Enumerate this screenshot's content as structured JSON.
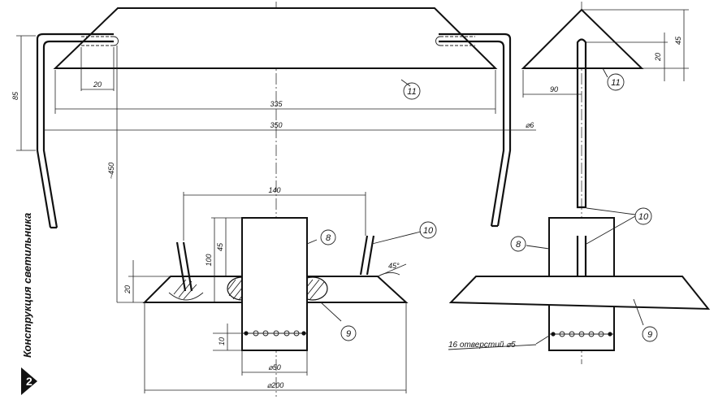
{
  "figure": {
    "number": "2",
    "title": "Конструкция светильника"
  },
  "parts": {
    "p8": "8",
    "p9": "9",
    "p10": "10",
    "p11": "11"
  },
  "dimensions": {
    "d20_top": "20",
    "d85": "85",
    "d335": "335",
    "d350": "350",
    "d6": "⌀6",
    "d450": "~450",
    "d140": "140",
    "d100": "100",
    "d45_left": "45",
    "d20_left": "20",
    "d45deg": "45°",
    "d10": "10",
    "d50": "⌀50",
    "d200": "⌀200",
    "d45_right": "45",
    "d20_right": "20",
    "d90": "90"
  },
  "callouts": {
    "holes": "16 отверстий ⌀5"
  }
}
